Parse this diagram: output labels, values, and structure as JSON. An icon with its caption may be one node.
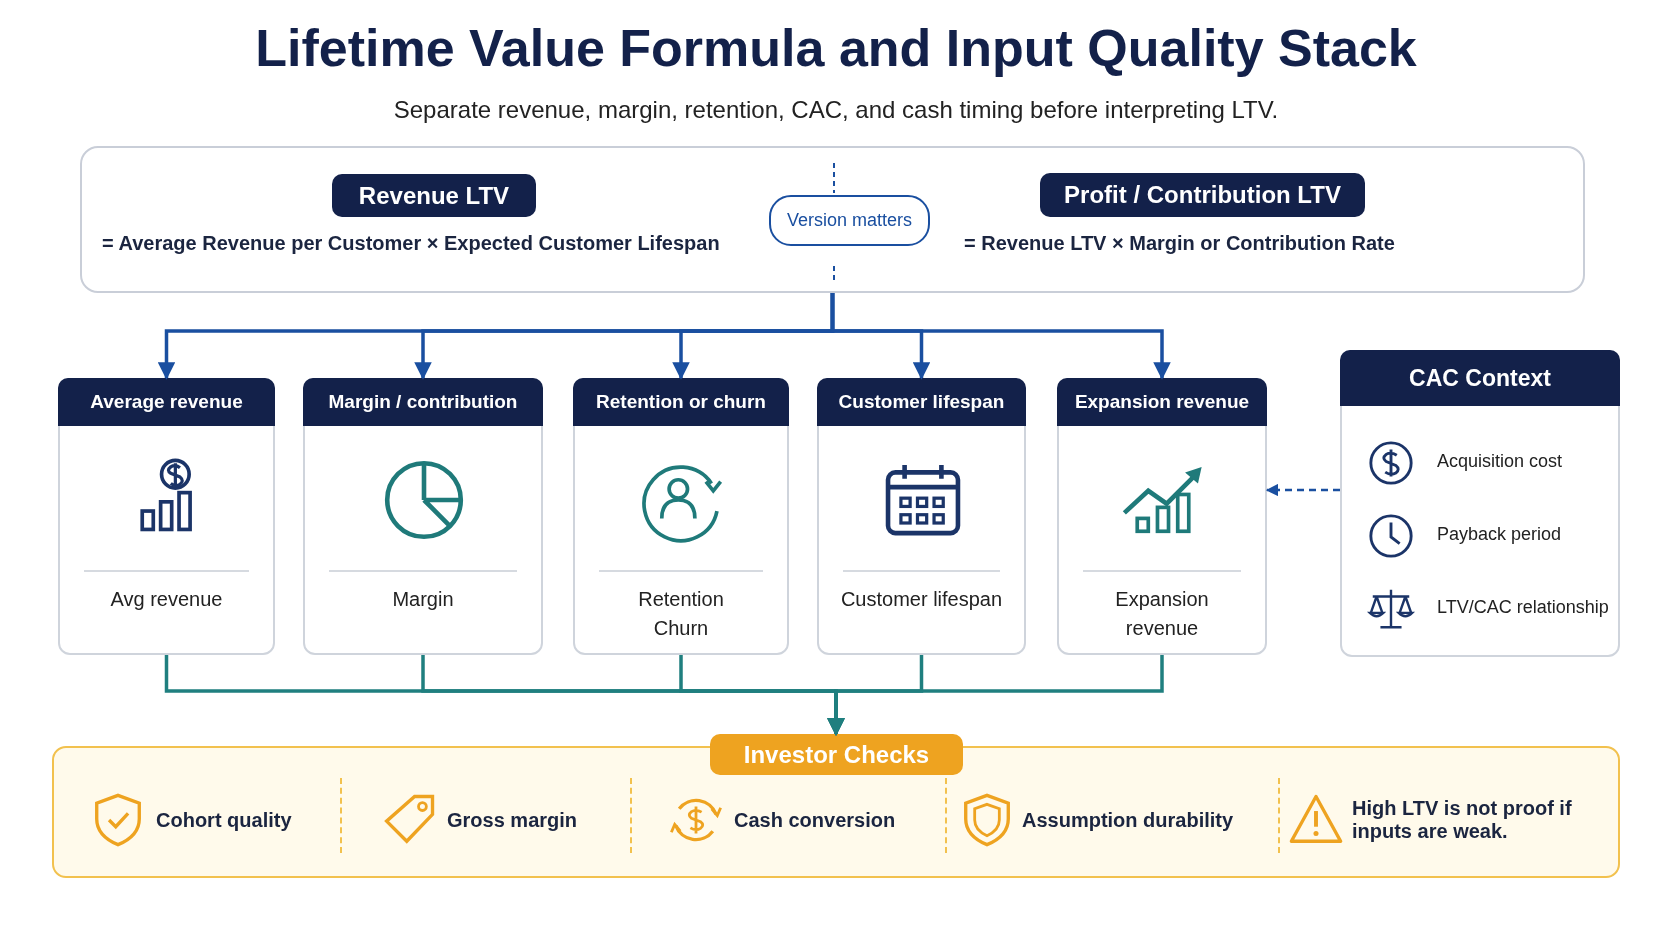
{
  "diagram": {
    "title": "Lifetime Value Formula and Input Quality Stack",
    "caption": "Separate revenue, margin, retention, CAC, and cash timing before interpreting LTV.",
    "nodes": [
      {
        "text": [],
        "shape": "box"
      },
      {
        "text": [
          "Revenue LTV"
        ],
        "beside": [
          "= Average Revenue per Customer × Expected Customer Lifespan"
        ],
        "in": 0
      },
      {
        "text": [
          "Version matters"
        ],
        "in": 0
      },
      {
        "text": [
          "Profit / Contribution LTV"
        ],
        "beside": [
          "= Revenue LTV × Margin or Contribution Rate"
        ],
        "in": 0
      },
      {
        "text": [
          "Average revenue",
          "Avg revenue"
        ]
      },
      {
        "text": [
          "Margin / contribution",
          "Margin"
        ]
      },
      {
        "text": [
          "Retention or churn",
          "Retention Churn"
        ]
      },
      {
        "text": [
          "Customer lifespan",
          "Customer lifespan"
        ]
      },
      {
        "text": [
          "Expansion revenue",
          "Expansion revenue"
        ]
      },
      {
        "text": [
          "CAC Context",
          "Acquisition cost",
          "Payback period",
          "LTV/CAC relationship"
        ]
      },
      {
        "text": [
          "Investor Checks",
          "Cohort quality",
          "Gross margin",
          "Cash conversion",
          "Assumption durability",
          "High LTV is not proof if inputs are weak."
        ]
      }
    ],
    "edges": [
      {
        "from": 0,
        "to": 4,
        "arrow": "to"
      },
      {
        "from": 0,
        "to": 5,
        "arrow": "to"
      },
      {
        "from": 0,
        "to": 6,
        "arrow": "to"
      },
      {
        "from": 0,
        "to": 7,
        "arrow": "to"
      },
      {
        "from": 0,
        "to": 8,
        "arrow": "to"
      },
      {
        "from": 4,
        "to": 10,
        "arrow": "to",
        "color": "#1f7f7f"
      },
      {
        "from": 5,
        "to": 10,
        "arrow": "to",
        "color": "#1f7f7f"
      },
      {
        "from": 6,
        "to": 10,
        "arrow": "to",
        "color": "#1f7f7f"
      },
      {
        "from": 7,
        "to": 10,
        "arrow": "to",
        "color": "#1f7f7f"
      },
      {
        "from": 8,
        "to": 10,
        "arrow": "to",
        "color": "#1f7f7f"
      },
      {
        "from": 9,
        "to": 8,
        "arrow": "to",
        "style": "dashed"
      }
    ]
  }
}
